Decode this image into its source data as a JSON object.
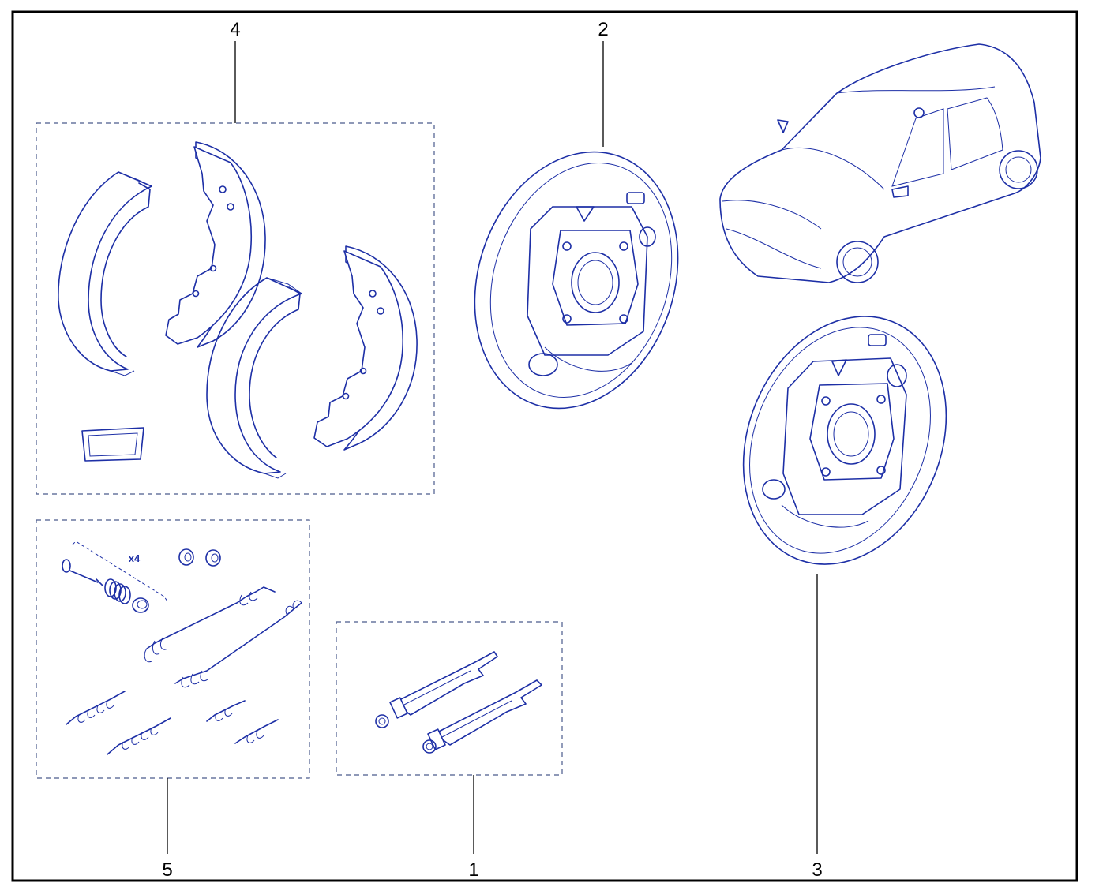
{
  "diagram": {
    "callouts": [
      {
        "id": "1",
        "label": "1"
      },
      {
        "id": "2",
        "label": "2"
      },
      {
        "id": "3",
        "label": "3"
      },
      {
        "id": "4",
        "label": "4"
      },
      {
        "id": "5",
        "label": "5"
      }
    ],
    "quantity_note": "x4",
    "colors": {
      "line_art": "#1d2fa6",
      "frame": "#000000",
      "group_box": "#4a5a8c",
      "background": "#ffffff"
    },
    "icons": {
      "brake_shoe": "brake-shoe-icon",
      "backing_plate": "brake-backing-plate-icon",
      "vehicle": "hatchback-car-icon",
      "spring": "coil-spring-icon",
      "adjuster": "brake-adjuster-icon",
      "retainer": "retainer-cup-icon",
      "pin": "hold-down-pin-icon"
    }
  }
}
